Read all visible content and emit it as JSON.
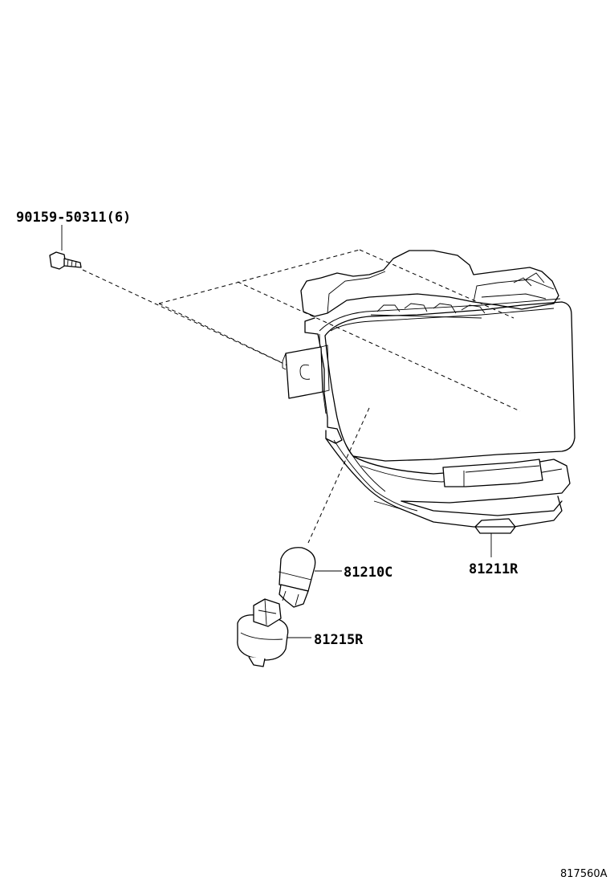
{
  "labels": {
    "bolt": "90159-50311(6)",
    "bulb": "81210C",
    "lamp": "81211R",
    "socket": "81215R"
  },
  "diagram_code": "817560A"
}
